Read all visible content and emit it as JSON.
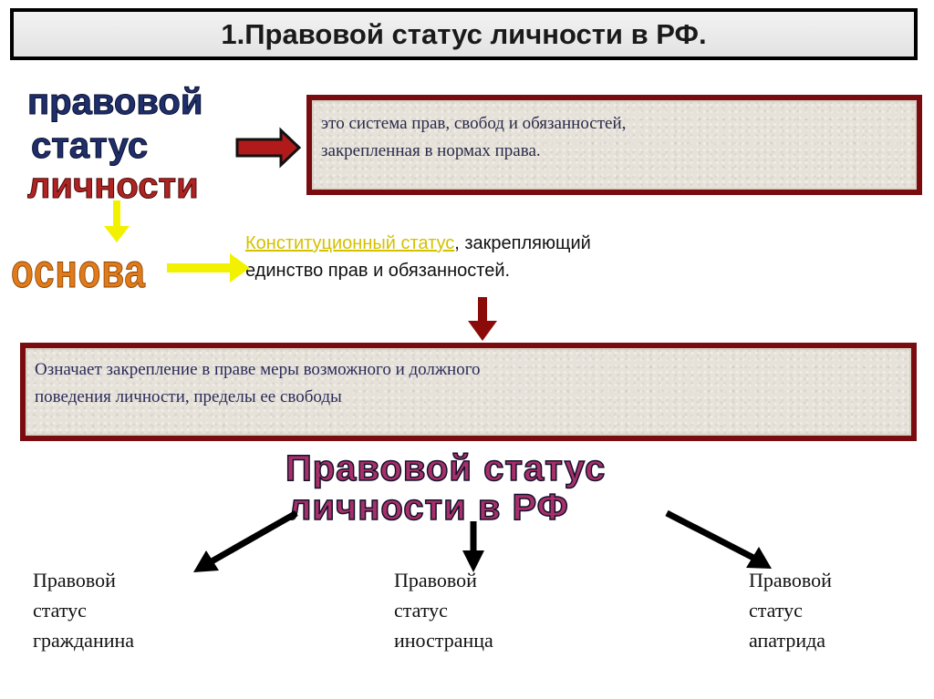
{
  "title": "1.Правовой статус личности в РФ.",
  "left_heading": {
    "line1": "правовой",
    "line2": "статус",
    "line3": "личности"
  },
  "basis_label": "основа",
  "definition_box": {
    "line1": "это система прав, свобод и обязанностей,",
    "line2": "закрепленная в нормах права."
  },
  "constitutional": {
    "link": "Конституционный статус",
    "rest": ", закрепляющий",
    "line2": "единство прав и обязанностей."
  },
  "meaning_box": {
    "line1": "Означает закрепление в праве меры возможного и должного",
    "line2": "поведения личности, пределы ее свободы"
  },
  "center_heading": {
    "line1": "Правовой статус",
    "line2": "личности в РФ"
  },
  "statuses": [
    {
      "line1": "Правовой",
      "line2": "статус",
      "line3": "гражданина"
    },
    {
      "line1": "Правовой",
      "line2": "статус",
      "line3": "иностранца"
    },
    {
      "line1": "Правовой",
      "line2": "статус",
      "line3": "апатрида"
    }
  ],
  "colors": {
    "border_dark_red": "#7a0c10",
    "arrow_yellow": "#f2f200",
    "arrow_red": "#8b0a0a",
    "wordart_navy": "#1f2f6b",
    "wordart_red": "#b02323",
    "basis_orange": "#e07a1a"
  }
}
